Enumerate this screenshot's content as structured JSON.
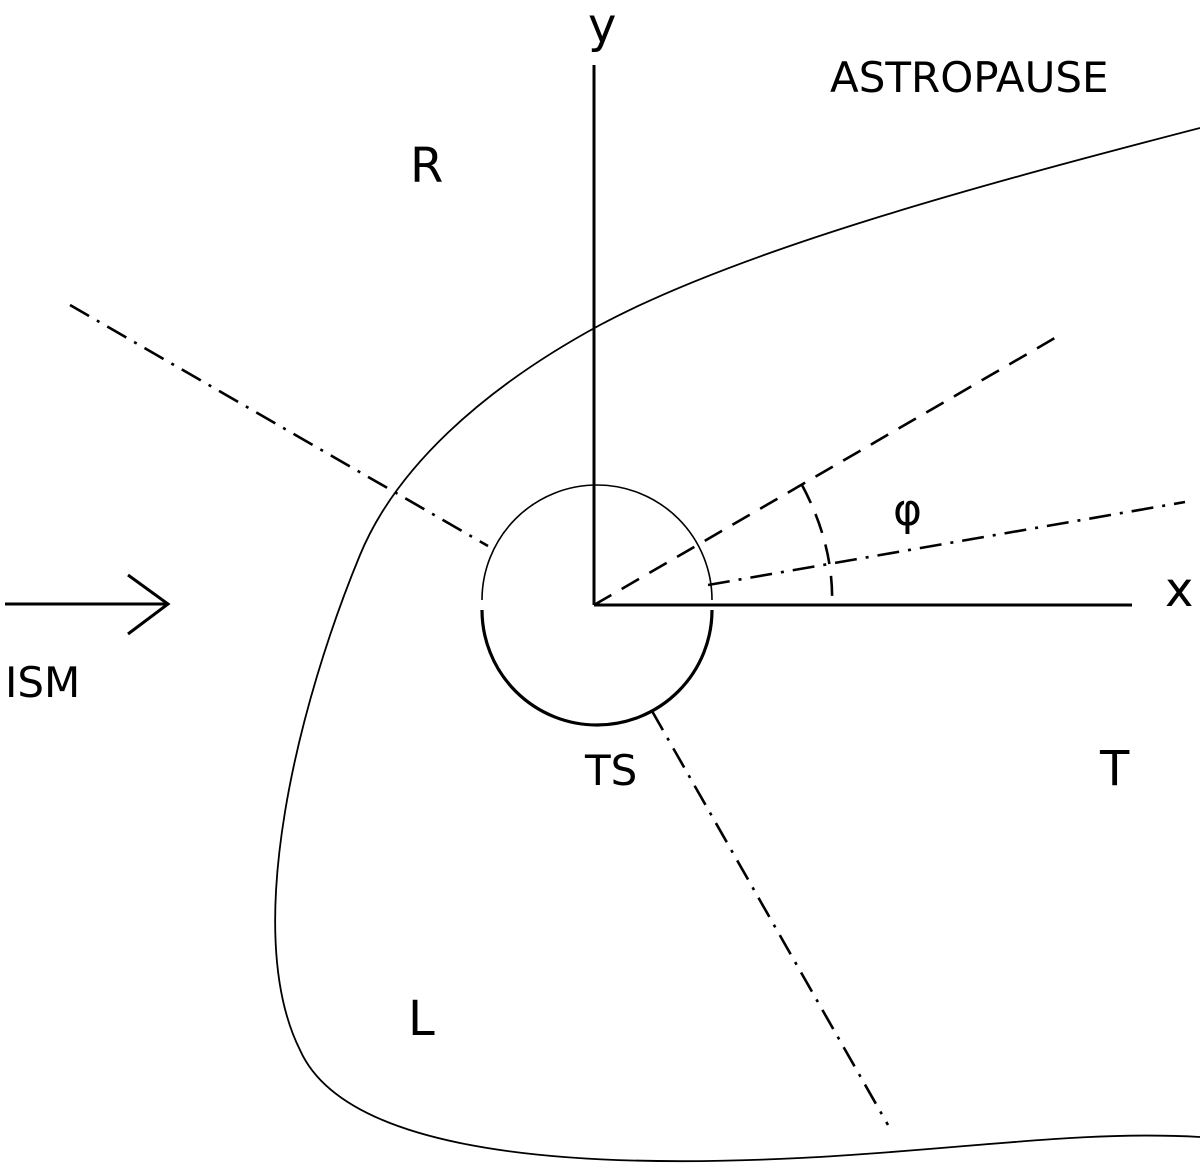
{
  "labels": {
    "y_axis": "y",
    "x_axis": "x",
    "astropause": "ASTROPAUSE",
    "region_r": "R",
    "region_t": "T",
    "region_l": "L",
    "termination_shock": "TS",
    "ism": "ISM",
    "angle": "φ"
  },
  "colors": {
    "stroke": "#000000",
    "background": "#ffffff"
  }
}
